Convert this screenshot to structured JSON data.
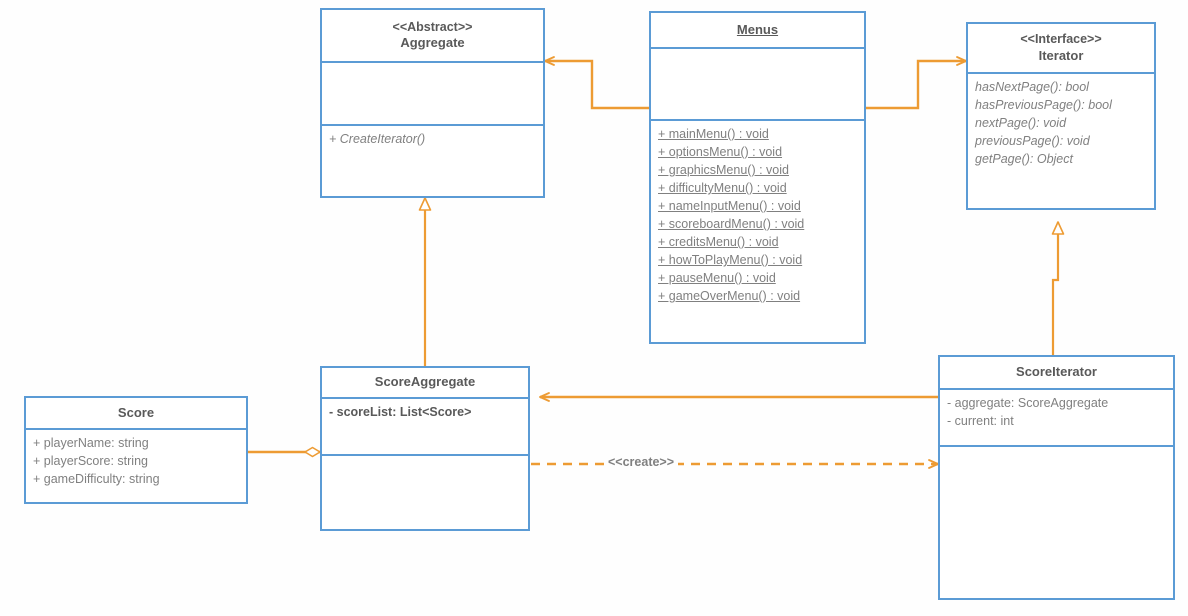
{
  "diagram": {
    "title": "Iterator pattern UML class diagram",
    "colors": {
      "class_border": "#5B9BD5",
      "connector": "#ED9B33",
      "text": "#808080",
      "title_text": "#595959",
      "background": "#fefefe"
    },
    "classes": [
      {
        "id": "aggregate",
        "stereotype": "<<Abstract>>",
        "name": "Aggregate",
        "attributes": [],
        "operations": [
          {
            "text": "+ CreateIterator()",
            "italic": true,
            "underline": false
          }
        ]
      },
      {
        "id": "menus",
        "stereotype": "",
        "name": "Menus",
        "name_underline": true,
        "attributes": [],
        "operations": [
          {
            "text": "+ mainMenu() : void",
            "italic": false,
            "underline": true
          },
          {
            "text": "+ optionsMenu() : void",
            "italic": false,
            "underline": true
          },
          {
            "text": "+ graphicsMenu() : void",
            "italic": false,
            "underline": true
          },
          {
            "text": "+ difficultyMenu() : void",
            "italic": false,
            "underline": true
          },
          {
            "text": "+ nameInputMenu() : void",
            "italic": false,
            "underline": true
          },
          {
            "text": "+ scoreboardMenu() : void",
            "italic": false,
            "underline": true
          },
          {
            "text": "+ creditsMenu() : void",
            "italic": false,
            "underline": true
          },
          {
            "text": "+ howToPlayMenu() : void",
            "italic": false,
            "underline": true
          },
          {
            "text": "+ pauseMenu() : void",
            "italic": false,
            "underline": true
          },
          {
            "text": "+ gameOverMenu() : void",
            "italic": false,
            "underline": true
          }
        ]
      },
      {
        "id": "iterator",
        "stereotype": "<<Interface>>",
        "name": "Iterator",
        "attributes": [],
        "operations": [
          {
            "text": "hasNextPage(): bool",
            "italic": true,
            "underline": false
          },
          {
            "text": "hasPreviousPage(): bool",
            "italic": true,
            "underline": false
          },
          {
            "text": "nextPage(): void",
            "italic": true,
            "underline": false
          },
          {
            "text": "previousPage(): void",
            "italic": true,
            "underline": false
          },
          {
            "text": "getPage(): Object",
            "italic": true,
            "underline": false
          }
        ]
      },
      {
        "id": "score",
        "stereotype": "",
        "name": "Score",
        "attributes": [
          {
            "text": "+ playerName: string",
            "italic": false,
            "underline": false
          },
          {
            "text": "+ playerScore: string",
            "italic": false,
            "underline": false
          },
          {
            "text": "+ gameDifficulty: string",
            "italic": false,
            "underline": false
          }
        ],
        "operations": []
      },
      {
        "id": "scoreaggregate",
        "stereotype": "",
        "name": "ScoreAggregate",
        "attributes": [
          {
            "text": "- scoreList: List<Score>",
            "italic": false,
            "underline": false,
            "dark": true
          }
        ],
        "operations": []
      },
      {
        "id": "scoreiterator",
        "stereotype": "",
        "name": "ScoreIterator",
        "attributes": [
          {
            "text": "- aggregate: ScoreAggregate",
            "italic": false,
            "underline": false
          },
          {
            "text": "- current: int",
            "italic": false,
            "underline": false
          }
        ],
        "operations": []
      }
    ],
    "connectors": [
      {
        "id": "menus-to-aggregate",
        "from": "menus",
        "to": "aggregate",
        "type": "dependency-solid",
        "label": ""
      },
      {
        "id": "menus-to-iterator",
        "from": "menus",
        "to": "iterator",
        "type": "dependency-solid",
        "label": ""
      },
      {
        "id": "scoreaggregate-to-aggregate",
        "from": "scoreaggregate",
        "to": "aggregate",
        "type": "generalization",
        "label": ""
      },
      {
        "id": "scoreiterator-to-iterator",
        "from": "scoreiterator",
        "to": "iterator",
        "type": "generalization",
        "label": ""
      },
      {
        "id": "score-to-scoreaggregate",
        "from": "score",
        "to": "scoreaggregate",
        "type": "aggregation",
        "label": ""
      },
      {
        "id": "scoreiterator-to-scoreaggregate",
        "from": "scoreiterator",
        "to": "scoreaggregate",
        "type": "association",
        "label": ""
      },
      {
        "id": "scoreaggregate-creates-scoreiterator",
        "from": "scoreaggregate",
        "to": "scoreiterator",
        "type": "dependency-dashed",
        "label": "<<create>>"
      }
    ]
  }
}
